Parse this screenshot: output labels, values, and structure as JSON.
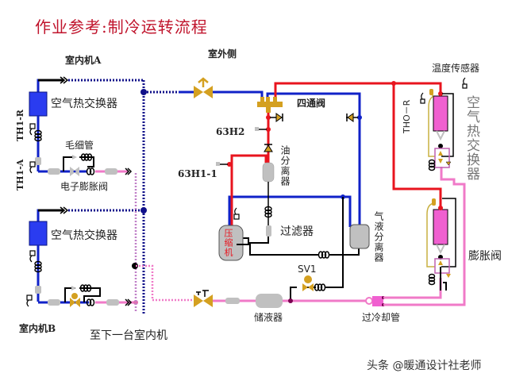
{
  "title": "作业参考:制冷运转流程",
  "labels": {
    "indoor_a": "室内机A",
    "indoor_b": "室内机B",
    "outdoor_side": "室外侧",
    "heat_exchanger_a": "空气热交换器",
    "heat_exchanger_b": "空气热交换器",
    "capillary": "毛细管",
    "electronic_expansion_valve": "电子膨胀阀",
    "th1_r": "TH1-R",
    "th1_a": "TH1-A",
    "to_next_indoor": "至下一台室内机",
    "four_way_valve": "四通阀",
    "sensor_63h2": "63H2",
    "sensor_63h1": "63H1-1",
    "oil_separator": "油分离器",
    "compressor": "压缩机",
    "filter": "过滤器",
    "gas_liquid_separator": "气液分离器",
    "sv1": "SV1",
    "receiver": "储液器",
    "subcooling_pipe": "过冷却管",
    "temp_sensor": "温度传感器",
    "tho_r": "THO－R",
    "outdoor_heat_exchanger": "空气热交换器",
    "expansion_valve": "膨胀阀"
  },
  "watermark": "头条 @暖通设计社老师",
  "colors": {
    "title": "#c0142c",
    "high_pressure_gas": "#e8141e",
    "low_pressure_gas": "#1022c8",
    "liquid": "#f07ac8",
    "indoor_pipe": "#10108a",
    "valve": "#d4a020",
    "component_gray": "#c0c0c0",
    "hx_indoor": "#2a3cf0",
    "hx_outdoor": "#f060d0"
  }
}
